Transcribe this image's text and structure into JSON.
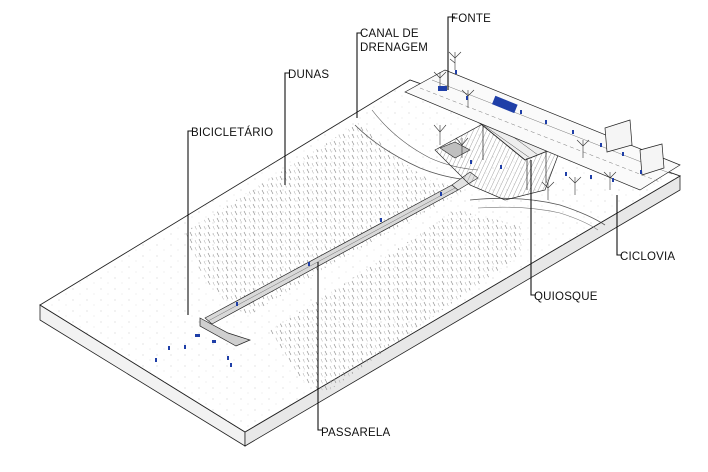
{
  "labels": {
    "fonte": "FONTE",
    "canal_line1": "CANAL DE",
    "canal_line2": "DRENAGEM",
    "dunas": "DUNAS",
    "bicicletario": "BICICLETÁRIO",
    "quiosque": "QUIOSQUE",
    "ciclovia": "CICLOVIA",
    "passarela": "PASSARELA"
  },
  "colors": {
    "line": "#222222",
    "leader": "#111111",
    "accent": "#1f3fa8",
    "ground": "#ffffff",
    "hatch": "#9a9a9a"
  }
}
